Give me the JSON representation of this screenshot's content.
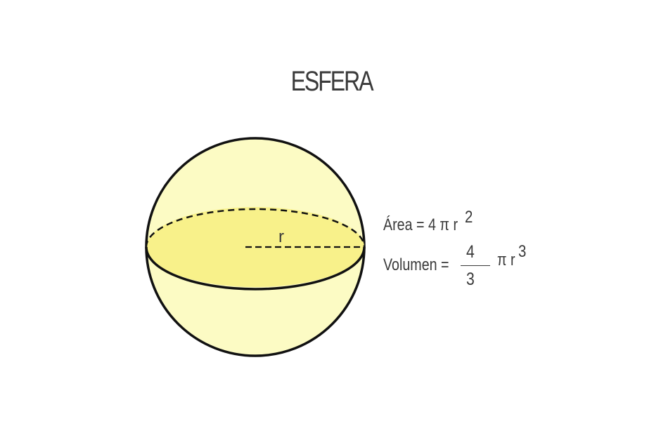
{
  "title": "ESFERA",
  "radius_label": "r",
  "formulas": {
    "area": {
      "text": "Área = 4 π r",
      "exponent": "2"
    },
    "volume": {
      "text": "Volumen =",
      "numerator": "4",
      "denominator": "3",
      "tail": "π r",
      "exponent": "3"
    }
  },
  "colors": {
    "sphere_fill": "#fcfbc4",
    "equator_fill": "#f8f18a",
    "outline": "#111111",
    "text": "#3a3a3a"
  }
}
